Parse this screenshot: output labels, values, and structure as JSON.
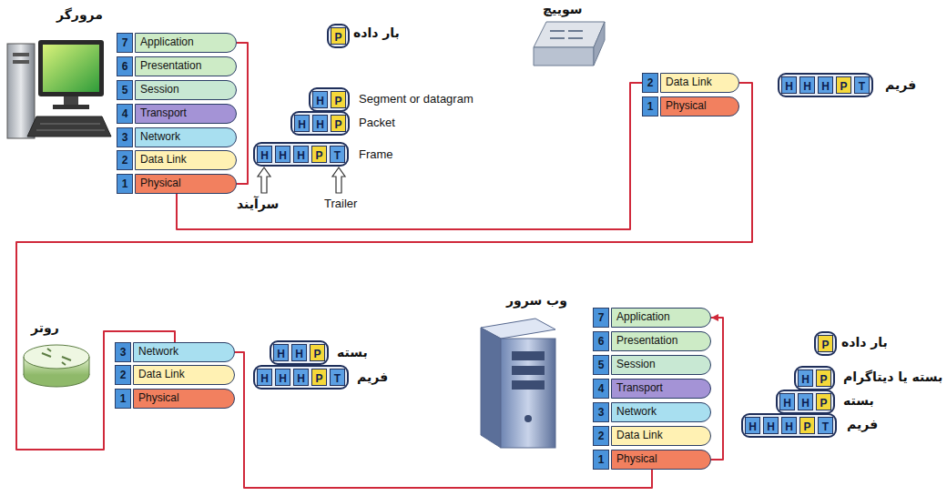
{
  "diagram": {
    "nodes": [
      {
        "text": [
          "7",
          "Application"
        ]
      },
      {
        "text": [
          "6",
          "Presentation"
        ]
      },
      {
        "text": [
          "5",
          "Session"
        ]
      },
      {
        "text": [
          "4",
          "Transport"
        ]
      },
      {
        "text": [
          "3",
          "Network"
        ]
      },
      {
        "text": [
          "2",
          "Data Link"
        ]
      },
      {
        "text": [
          "1",
          "Physical"
        ]
      },
      {
        "text": [
          "P"
        ]
      },
      {
        "text": [
          "H"
        ]
      },
      {
        "text": [
          "P"
        ]
      },
      {
        "text": [
          "H"
        ]
      },
      {
        "text": [
          "H"
        ]
      },
      {
        "text": [
          "P"
        ]
      },
      {
        "text": [
          "H"
        ]
      },
      {
        "text": [
          "H"
        ]
      },
      {
        "text": [
          "H"
        ]
      },
      {
        "text": [
          "P"
        ]
      },
      {
        "text": [
          "T"
        ]
      },
      {
        "text": [
          "2",
          "Data Link"
        ]
      },
      {
        "text": [
          "1",
          "Physical"
        ]
      },
      {
        "text": [
          "H"
        ]
      },
      {
        "text": [
          "H"
        ]
      },
      {
        "text": [
          "H"
        ]
      },
      {
        "text": [
          "P"
        ]
      },
      {
        "text": [
          "T"
        ]
      },
      {
        "text": [
          "3",
          "Network"
        ]
      },
      {
        "text": [
          "2",
          "Data Link"
        ]
      },
      {
        "text": [
          "1",
          "Physical"
        ]
      },
      {
        "text": [
          "H"
        ]
      },
      {
        "text": [
          "H"
        ]
      },
      {
        "text": [
          "P"
        ]
      },
      {
        "text": [
          "H"
        ]
      },
      {
        "text": [
          "H"
        ]
      },
      {
        "text": [
          "H"
        ]
      },
      {
        "text": [
          "P"
        ]
      },
      {
        "text": [
          "T"
        ]
      },
      {
        "text": [
          "7",
          "Application"
        ]
      },
      {
        "text": [
          "6",
          "Presentation"
        ]
      },
      {
        "text": [
          "5",
          "Session"
        ]
      },
      {
        "text": [
          "4",
          "Transport"
        ]
      },
      {
        "text": [
          "3",
          "Network"
        ]
      },
      {
        "text": [
          "2",
          "Data Link"
        ]
      },
      {
        "text": [
          "1",
          "Physical"
        ]
      },
      {
        "text": [
          "P"
        ]
      },
      {
        "text": [
          "H"
        ]
      },
      {
        "text": [
          "P"
        ]
      },
      {
        "text": [
          "H"
        ]
      },
      {
        "text": [
          "H"
        ]
      },
      {
        "text": [
          "P"
        ]
      },
      {
        "text": [
          "H"
        ]
      },
      {
        "text": [
          "H"
        ]
      },
      {
        "text": [
          "H"
        ]
      },
      {
        "text": [
          "P"
        ]
      },
      {
        "text": [
          "T"
        ]
      }
    ],
    "edges": [
      {
        "from": 0,
        "to": 6,
        "arrow": "none"
      },
      {
        "from": 6,
        "to": 18,
        "arrow": "none"
      },
      {
        "from": 18,
        "to": 25,
        "arrow": "none"
      },
      {
        "from": 25,
        "to": 42,
        "arrow": "none"
      },
      {
        "from": 42,
        "to": 36,
        "arrow": "to"
      }
    ],
    "labels": [
      "مرورگر",
      "بار داده",
      "Segment or datagram",
      "Packet",
      "Frame",
      "سرآیند",
      "Trailer",
      "سوییچ",
      "فریم",
      "روتر",
      "بسته",
      "فریم",
      "وب سرور",
      "بار داده",
      "بسته یا دیتاگرام",
      "بسته",
      "فریم"
    ]
  }
}
